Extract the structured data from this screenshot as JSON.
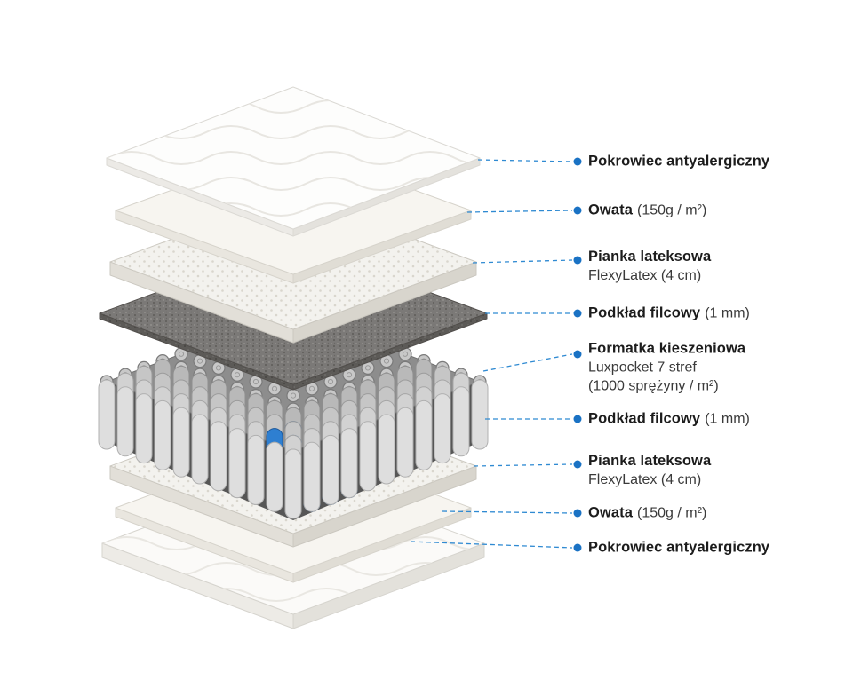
{
  "diagram": {
    "accent_color": "#1c77cf",
    "highlight_spring_color": "#2e7fd1",
    "labels": [
      {
        "title": "Pokrowiec antyalergiczny"
      },
      {
        "title": "Owata",
        "detail": "(150g / m²)"
      },
      {
        "title": "Pianka lateksowa",
        "detail": "FlexyLatex (4 cm)"
      },
      {
        "title": "Podkład filcowy",
        "detail": "(1 mm)"
      },
      {
        "title": "Formatka kieszeniowa",
        "detail": "Luxpocket 7 stref",
        "detail2": "(1000 sprężyny / m²)"
      },
      {
        "title": "Podkład filcowy",
        "detail": "(1 mm)"
      },
      {
        "title": "Pianka lateksowa",
        "detail": "FlexyLatex (4 cm)"
      },
      {
        "title": "Owata",
        "detail": "(150g / m²)"
      },
      {
        "title": "Pokrowiec antyalergiczny"
      }
    ]
  }
}
